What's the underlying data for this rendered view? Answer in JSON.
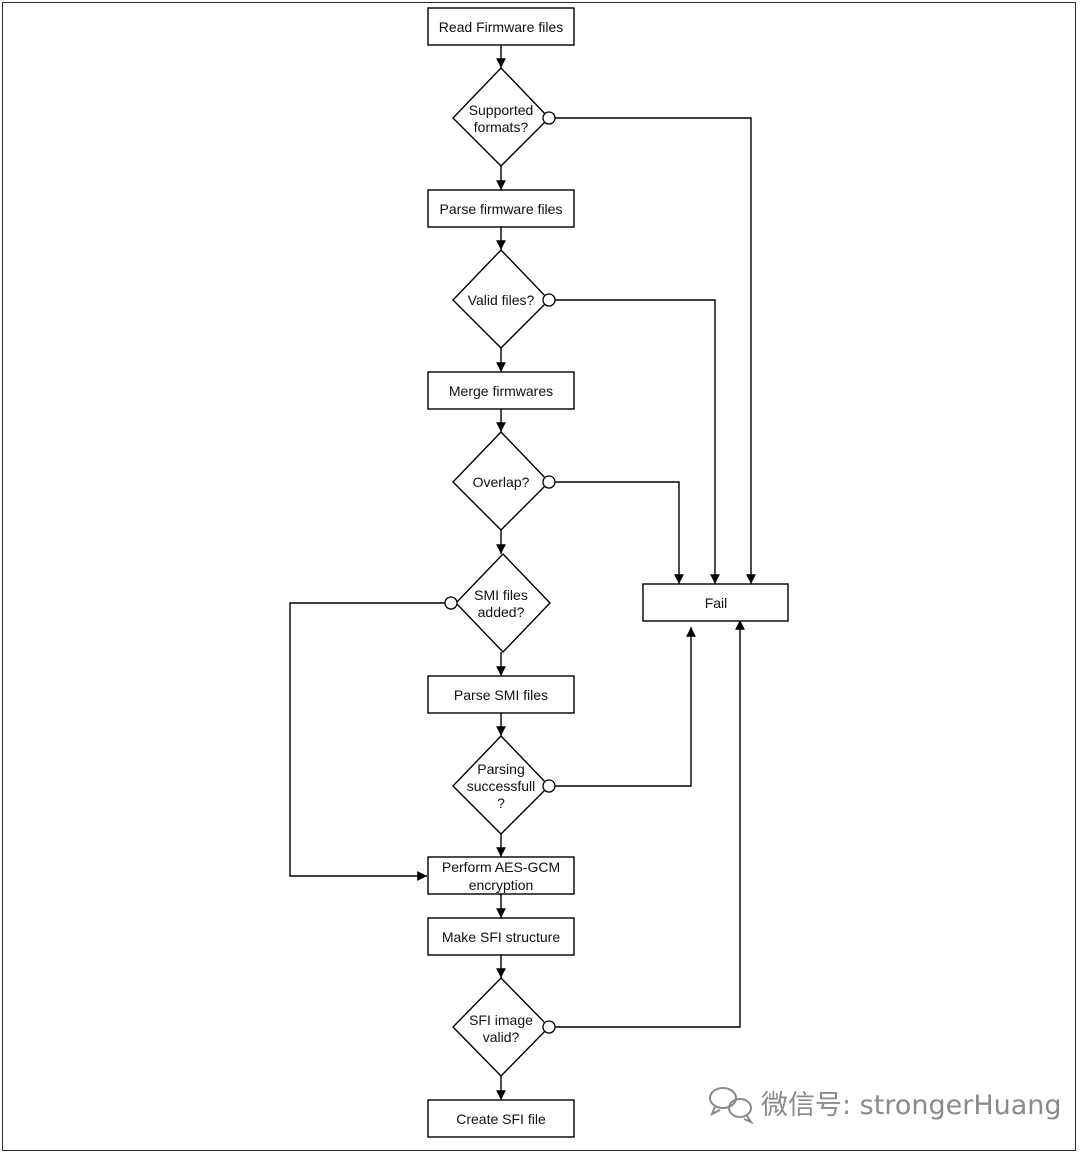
{
  "flowchart": {
    "steps": {
      "read": "Read Firmware files",
      "parse_fw": "Parse firmware files",
      "merge": "Merge firmwares",
      "parse_smi": "Parse SMI files",
      "aes_line1": "Perform AES-GCM",
      "aes_line2": "encryption",
      "make_sfi": "Make SFI structure",
      "create_sfi": "Create SFI file",
      "fail": "Fail"
    },
    "decisions": {
      "supported_line1": "Supported",
      "supported_line2": "formats?",
      "valid": "Valid files?",
      "overlap": "Overlap?",
      "smi_line1": "SMI files",
      "smi_line2": "added?",
      "parsing_line1": "Parsing",
      "parsing_line2": "successfull",
      "parsing_line3": "?",
      "sfi_valid_line1": "SFI image",
      "sfi_valid_line2": "valid?"
    }
  },
  "watermark": {
    "text": "微信号: strongerHuang",
    "icon": "wechat-icon"
  }
}
